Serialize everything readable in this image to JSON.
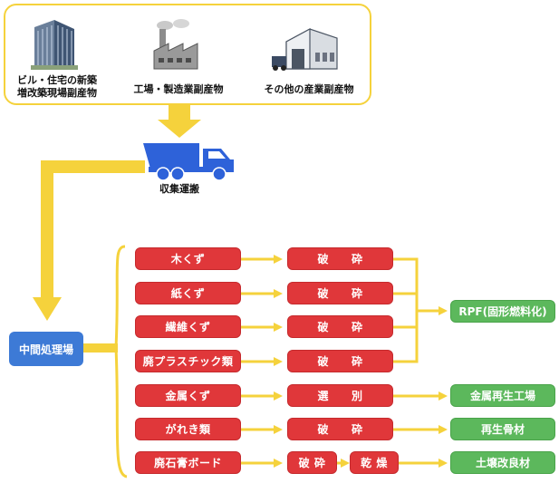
{
  "sources": [
    {
      "label": "ビル・住宅の新築\n増改築現場副産物",
      "icon": "building-icon"
    },
    {
      "label": "工場・製造業副産物",
      "icon": "factory-icon"
    },
    {
      "label": "その他の産業副産物",
      "icon": "warehouse-icon"
    }
  ],
  "transport": {
    "label": "収集運搬",
    "icon": "dump-truck-icon"
  },
  "intermediate": {
    "label": "中間処理場"
  },
  "materials": [
    "木くず",
    "紙くず",
    "繊維くず",
    "廃プラスチック類",
    "金属くず",
    "がれき類",
    "廃石膏ボード"
  ],
  "processes": [
    "破　　砕",
    "破　　砕",
    "破　　砕",
    "破　　砕",
    "選　　別",
    "破　　砕",
    "破 砕",
    "乾 燥"
  ],
  "products": [
    "RPF(固形燃料化)",
    "金属再生工場",
    "再生骨材",
    "土壌改良材"
  ],
  "colors": {
    "yellow": "#f5d23c",
    "red": "#e0373a",
    "green": "#5cb85c",
    "blue": "#3d7ad6"
  }
}
